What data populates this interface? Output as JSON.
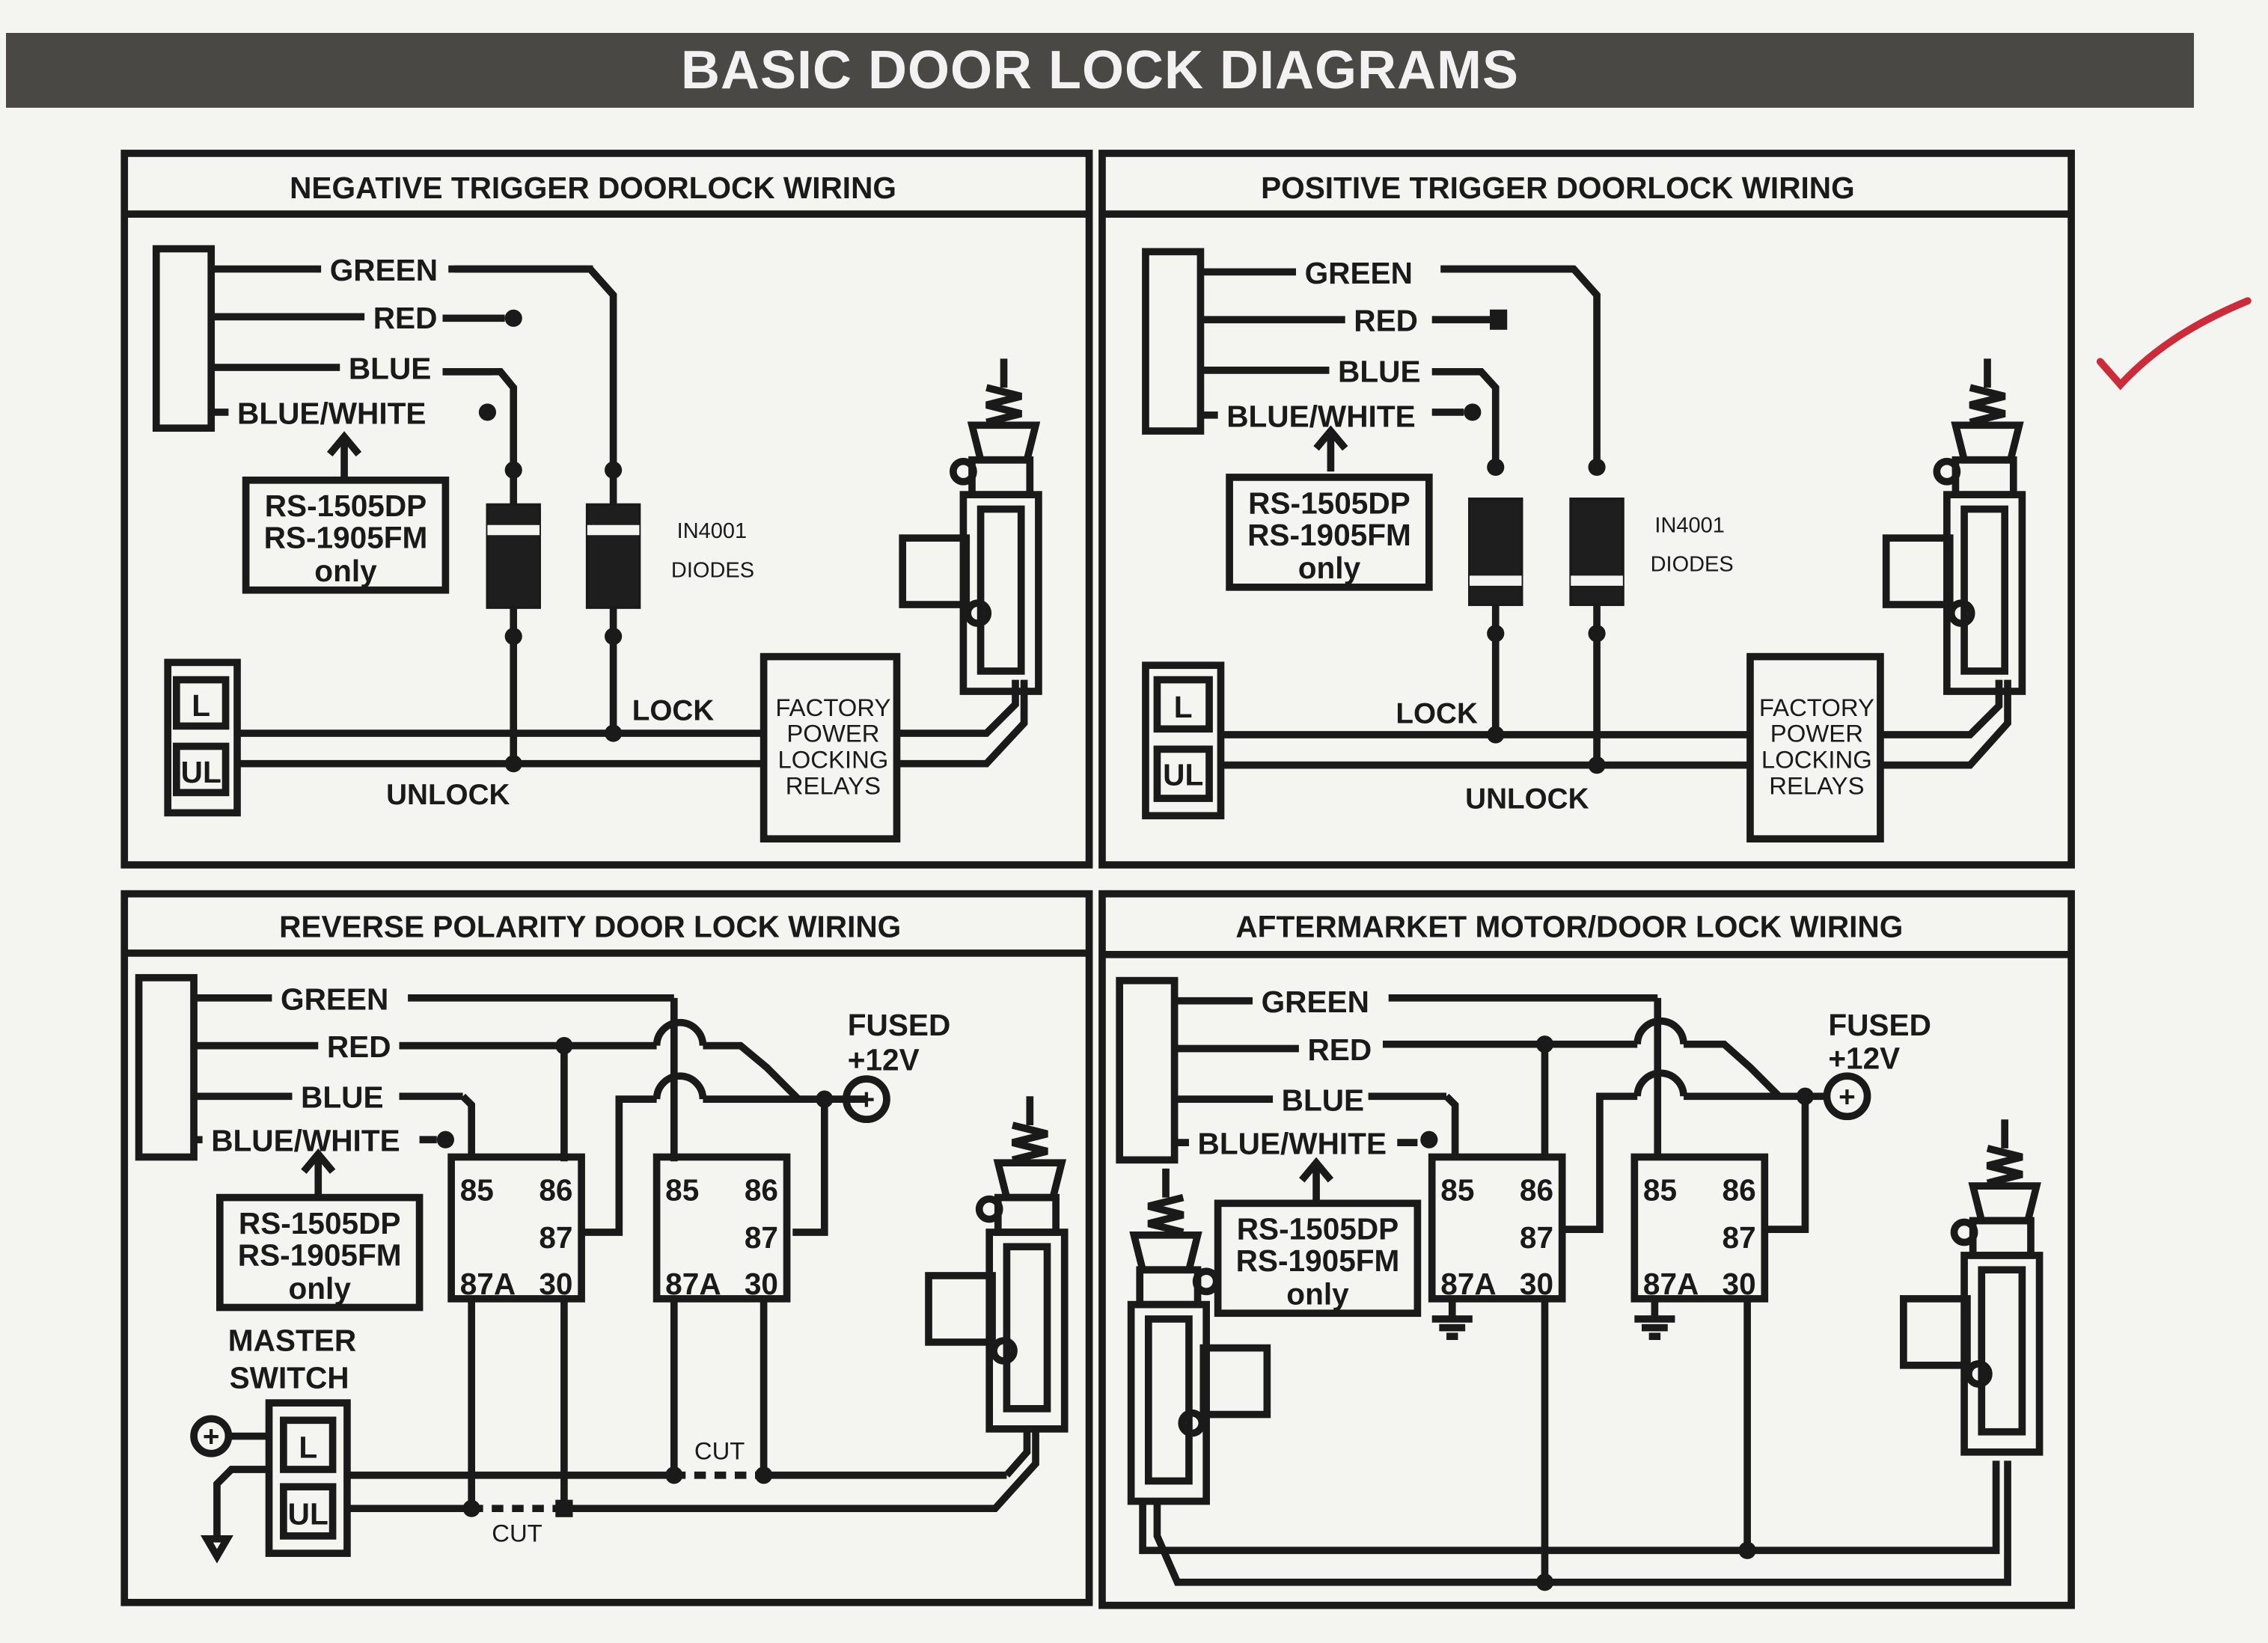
{
  "title": "BASIC DOOR LOCK DIAGRAMS",
  "check_mark_color": "#cc2b3a",
  "panels": {
    "negative": {
      "title": "NEGATIVE TRIGGER DOORLOCK WIRING",
      "wires": {
        "green": "GREEN",
        "red": "RED",
        "blue": "BLUE",
        "blue_white": "BLUE/WHITE"
      },
      "note": [
        "RS-1505DP",
        "RS-1905FM",
        "only"
      ],
      "diode_part": "IN4001",
      "diode_label": "DIODES",
      "lock": "LOCK",
      "unlock": "UNLOCK",
      "switch_l": "L",
      "switch_ul": "UL",
      "relays": [
        "FACTORY",
        "POWER",
        "LOCKING",
        "RELAYS"
      ]
    },
    "positive": {
      "title": "POSITIVE TRIGGER DOORLOCK WIRING",
      "wires": {
        "green": "GREEN",
        "red": "RED",
        "blue": "BLUE",
        "blue_white": "BLUE/WHITE"
      },
      "note": [
        "RS-1505DP",
        "RS-1905FM",
        "only"
      ],
      "diode_part": "IN4001",
      "diode_label": "DIODES",
      "lock": "LOCK",
      "unlock": "UNLOCK",
      "switch_l": "L",
      "switch_ul": "UL",
      "relays": [
        "FACTORY",
        "POWER",
        "LOCKING",
        "RELAYS"
      ]
    },
    "reverse": {
      "title": "REVERSE POLARITY DOOR LOCK WIRING",
      "wires": {
        "green": "GREEN",
        "red": "RED",
        "blue": "BLUE",
        "blue_white": "BLUE/WHITE"
      },
      "note": [
        "RS-1505DP",
        "RS-1905FM",
        "only"
      ],
      "fused": [
        "FUSED",
        "+12V"
      ],
      "master_switch": [
        "MASTER",
        "SWITCH"
      ],
      "switch_l": "L",
      "switch_ul": "UL",
      "relay_pins": {
        "p85": "85",
        "p86": "86",
        "p87": "87",
        "p87a": "87A",
        "p30": "30"
      },
      "cut": "CUT",
      "plus": "+"
    },
    "aftermarket": {
      "title": "AFTERMARKET MOTOR/DOOR LOCK WIRING",
      "wires": {
        "green": "GREEN",
        "red": "RED",
        "blue": "BLUE",
        "blue_white": "BLUE/WHITE"
      },
      "note": [
        "RS-1505DP",
        "RS-1905FM",
        "only"
      ],
      "fused": [
        "FUSED",
        "+12V"
      ],
      "relay_pins": {
        "p85": "85",
        "p86": "86",
        "p87": "87",
        "p87a": "87A",
        "p30": "30"
      },
      "plus": "+"
    }
  }
}
